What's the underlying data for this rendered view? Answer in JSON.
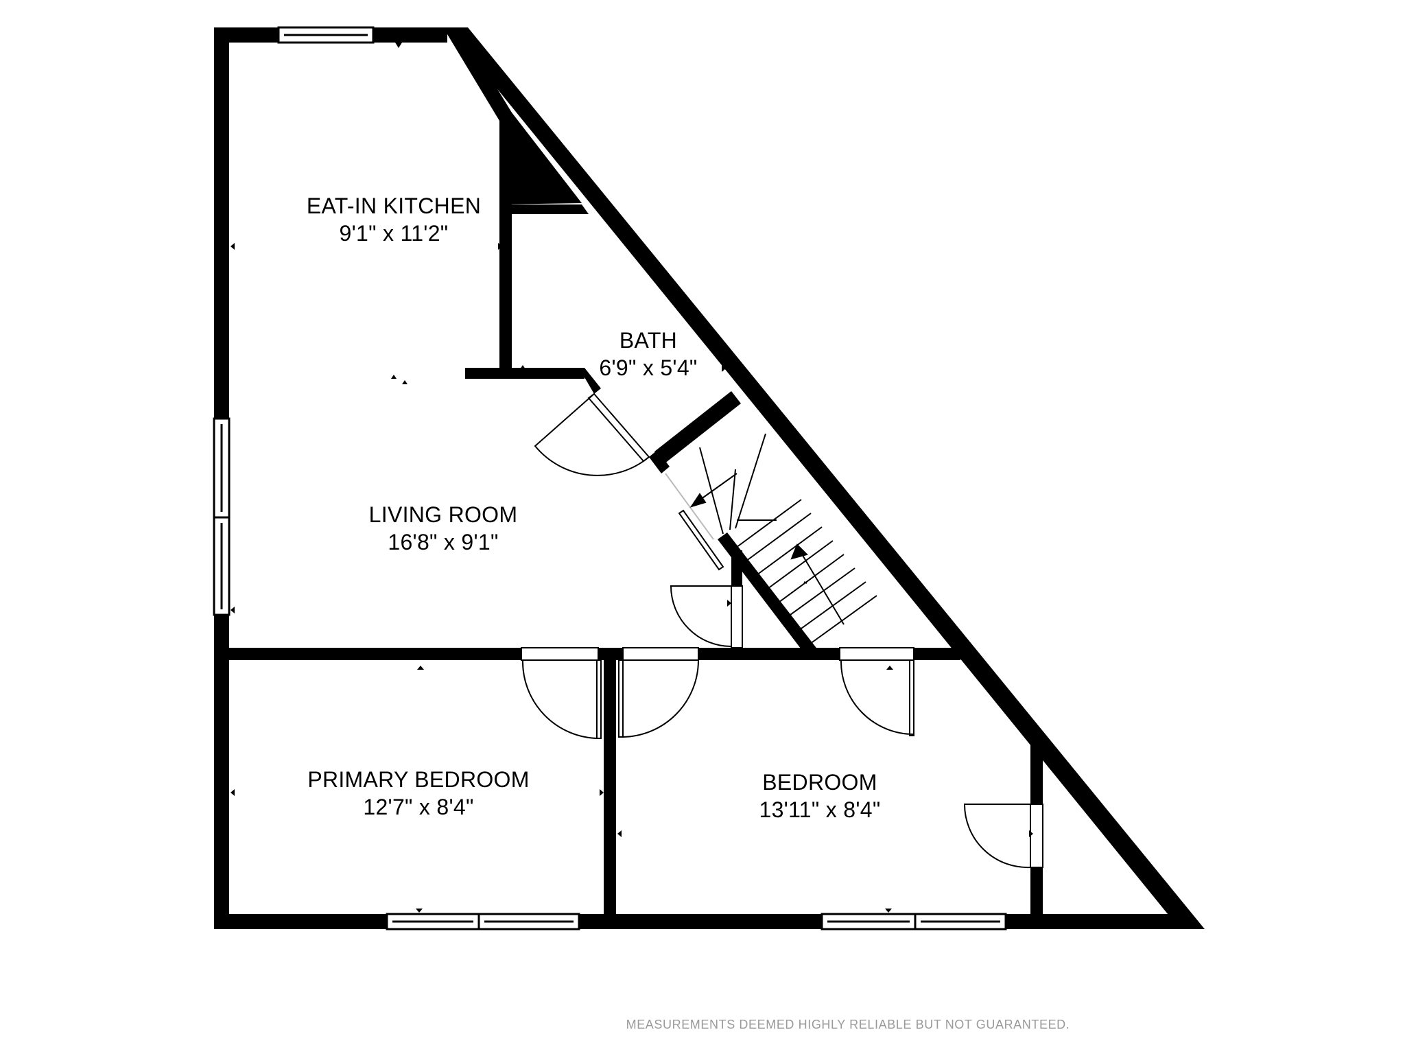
{
  "rooms": {
    "kitchen": {
      "name": "EAT-IN KITCHEN",
      "dimensions": "9'1\" x 11'2\""
    },
    "bath": {
      "name": "BATH",
      "dimensions": "6'9\" x 5'4\""
    },
    "living": {
      "name": "LIVING ROOM",
      "dimensions": "16'8\" x 9'1\""
    },
    "primary_bedroom": {
      "name": "PRIMARY BEDROOM",
      "dimensions": "12'7\" x 8'4\""
    },
    "bedroom": {
      "name": "BEDROOM",
      "dimensions": "13'11\" x 8'4\""
    }
  },
  "disclaimer": "MEASUREMENTS DEEMED HIGHLY RELIABLE BUT NOT GUARANTEED."
}
